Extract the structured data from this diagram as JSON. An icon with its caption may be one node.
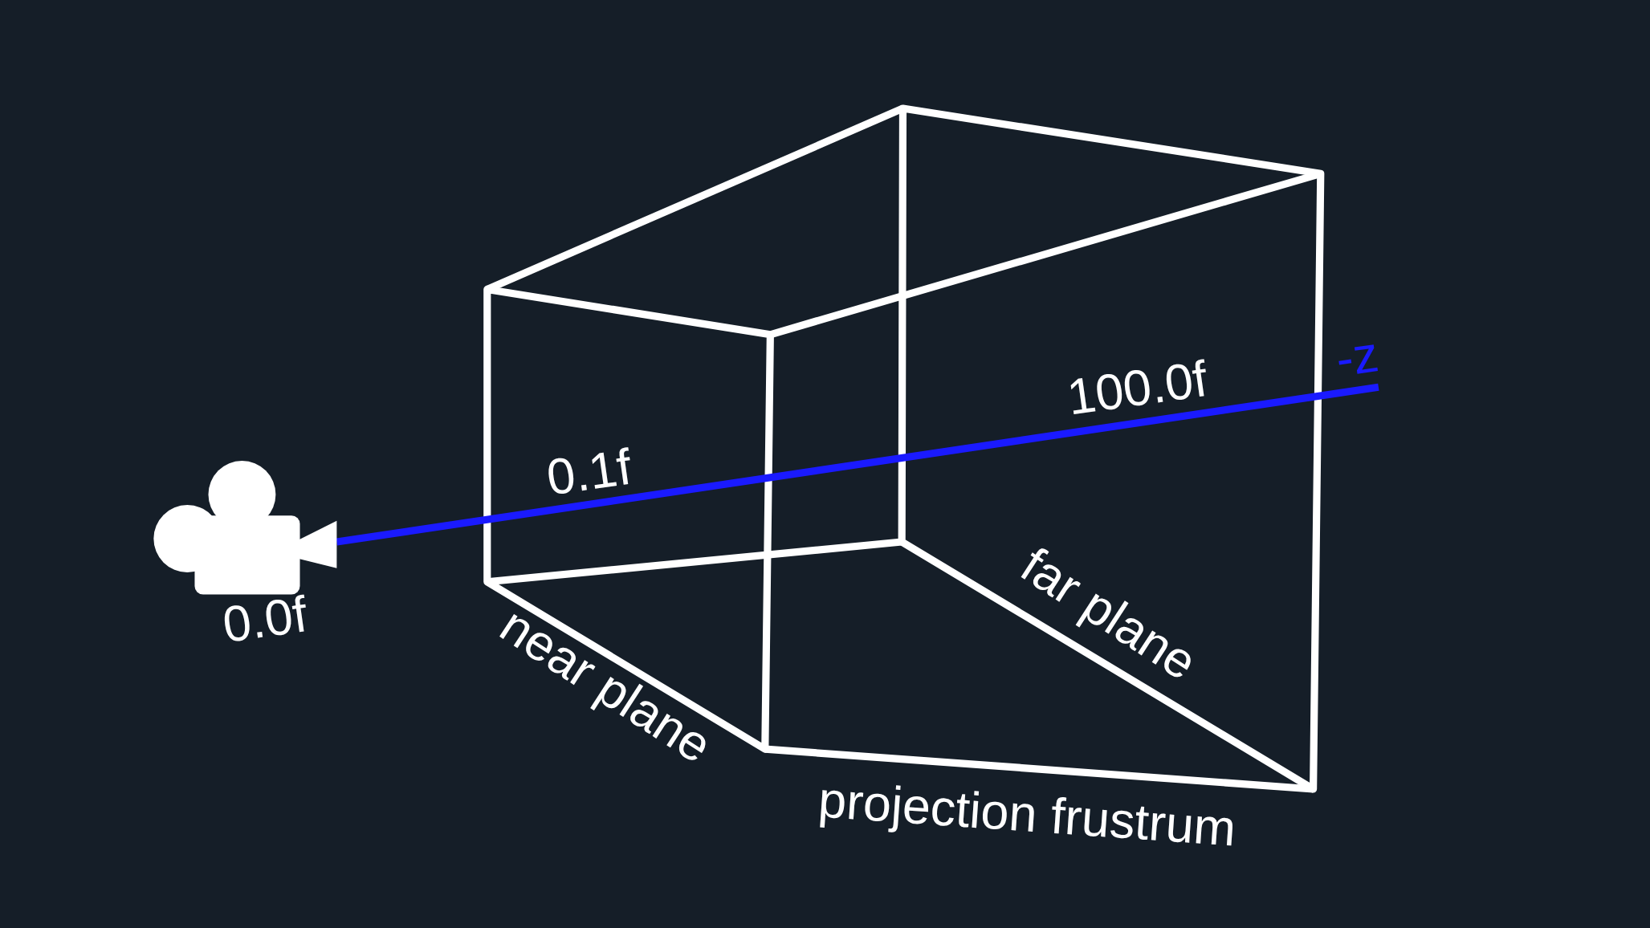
{
  "diagram": {
    "labels": [
      "-z",
      "100.0f",
      "0.1f",
      "0.0f",
      "near plane",
      "far plane",
      "projection frustrum"
    ]
  }
}
